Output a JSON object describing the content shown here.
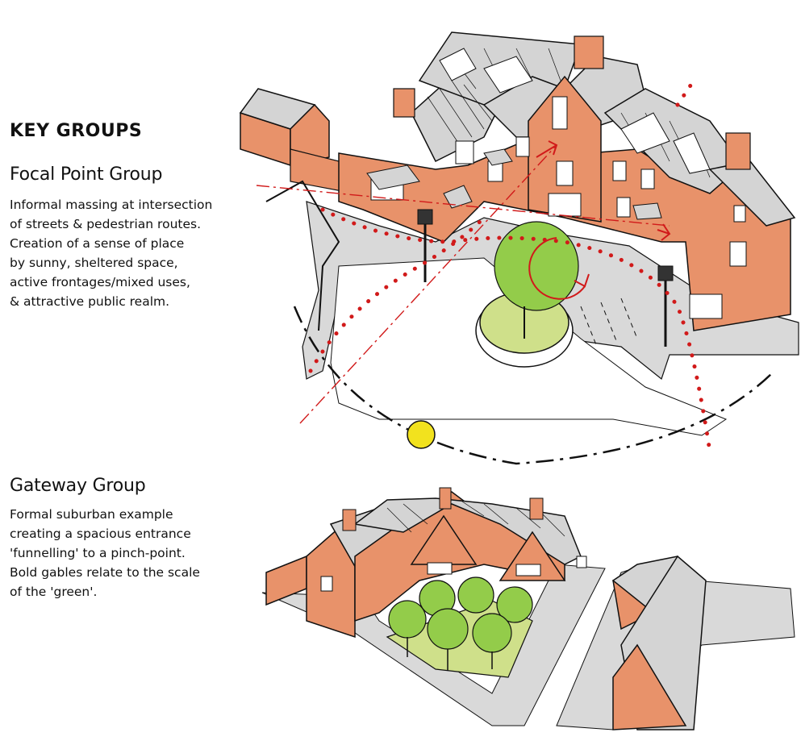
{
  "key_groups": {
    "heading": "KEY GROUPS"
  },
  "focal_point": {
    "title": "Focal Point Group",
    "lines": [
      "Informal massing at intersection",
      "of streets & pedestrian routes.",
      "Creation of a sense of place",
      "by sunny, sheltered space,",
      "active frontages/mixed uses,",
      "& attractive public realm."
    ]
  },
  "gateway": {
    "title": "Gateway Group",
    "lines": [
      "Formal suburban example",
      "creating a spacious entrance",
      "'funnelling' to a pinch-point.",
      "Bold gables relate to the scale",
      "of the 'green'."
    ]
  },
  "colors": {
    "brick": "#e8926a",
    "roof": "#d4d4d4",
    "green": "#cfe08a",
    "tree": "#93cc4a",
    "sun": "#f2e21e",
    "route": "#d11a1a",
    "path": "#d9d9d9"
  }
}
